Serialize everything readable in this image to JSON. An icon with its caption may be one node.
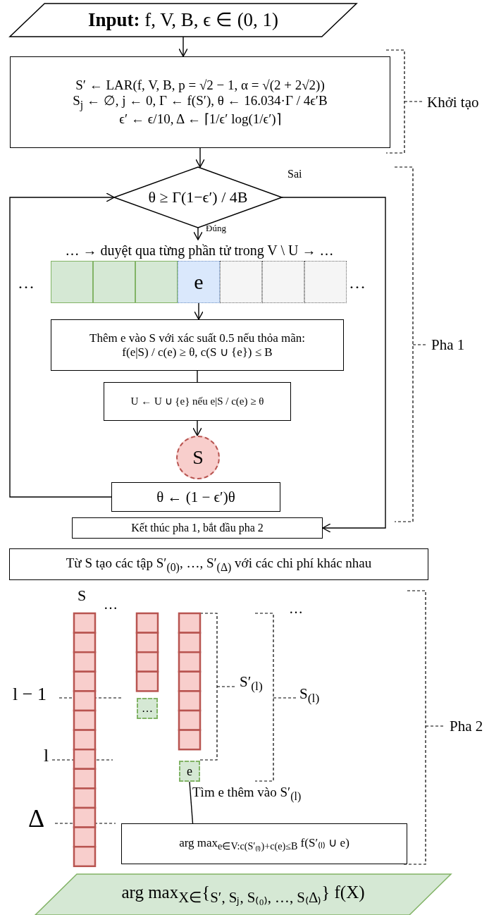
{
  "diagram": {
    "nodes": [
      {
        "text": [
          "**Input:** f, V, B, ϵ ∈ (0, 1)"
        ]
      },
      {
        "text": [
          "S′ ← LAR(f, V, B, p = √2 − 1, α = √(2 + 2√2))",
          "S$_{j}$ ← ∅, j ← 0, Γ ← f(S′), θ ← 16.034·Γ / 4ϵ′B",
          "ϵ′ ← ϵ/10, Δ ← ⌈1/ϵ′ log(1/ϵ′)⌉"
        ]
      },
      {
        "text": [
          "θ ≥ Γ(1−ϵ′) / 4B"
        ]
      },
      {
        "text": [
          "… → duyệt qua từng phần tử trong V \\ U → …"
        ]
      },
      {
        "text": [],
        "shape": "box"
      },
      {
        "text": [],
        "shape": "box"
      },
      {
        "text": [],
        "shape": "box"
      },
      {
        "text": [
          "e"
        ]
      },
      {
        "text": [],
        "shape": "box"
      },
      {
        "text": [],
        "shape": "box"
      },
      {
        "text": [],
        "shape": "box"
      },
      {
        "text": [
          "Thêm e vào S với xác suất 0.5 nếu thỏa mãn:",
          "f(e|S) / c(e) ≥ θ, c(S ∪ {e}) ≤ B"
        ]
      },
      {
        "text": [
          "U ← U ∪ {e} nếu e|S / c(e) ≥ θ"
        ]
      },
      {
        "text": [
          "S"
        ]
      },
      {
        "text": [
          "θ ← (1 − ϵ′)θ"
        ]
      },
      {
        "text": [
          "Kết thúc pha 1, bắt đầu pha 2"
        ]
      },
      {
        "text": [
          "Từ S tạo các tập S′$_{(0)}$, …, S′$_{(Δ)}$ với các chi phí khác nhau"
        ]
      },
      {
        "text": [
          "…"
        ]
      },
      {
        "text": [
          "e"
        ]
      },
      {
        "text": [
          "arg max$_{e∈V:c(S′₍ₗ₎)+c(e)≤B}$ f(S′₍ₗ₎ ∪ e)"
        ]
      },
      {
        "text": [
          "arg max$_{X∈}${$_{S′, Sⱼ, S₍₀₎, …, S₍Δ₎}$} f(X)"
        ]
      }
    ],
    "edges": [
      {
        "from": 0,
        "to": 1,
        "arrow": "to"
      },
      {
        "from": 1,
        "to": 2,
        "arrow": "to"
      },
      {
        "from": 2,
        "to": 3,
        "arrow": "to",
        "label": "Đúng"
      },
      {
        "from": 7,
        "to": 11,
        "arrow": "to"
      },
      {
        "from": 11,
        "to": 12,
        "arrow": "none"
      },
      {
        "from": 12,
        "to": 13,
        "arrow": "to"
      },
      {
        "from": 14,
        "to": 2,
        "arrow": "to"
      },
      {
        "from": 2,
        "to": 15,
        "arrow": "to",
        "label": "Sai"
      },
      {
        "from": 18,
        "to": 19,
        "arrow": "none",
        "label": "Tìm e thêm vào S′$_{(l)}$"
      }
    ],
    "labels": [
      "Khởi tạo",
      "…",
      "…",
      "Pha 1",
      "S",
      "…",
      "…",
      "S′$_{(l)}$",
      "S$_{(l)}$",
      "l − 1",
      "Pha 2",
      "l",
      "Δ"
    ]
  }
}
